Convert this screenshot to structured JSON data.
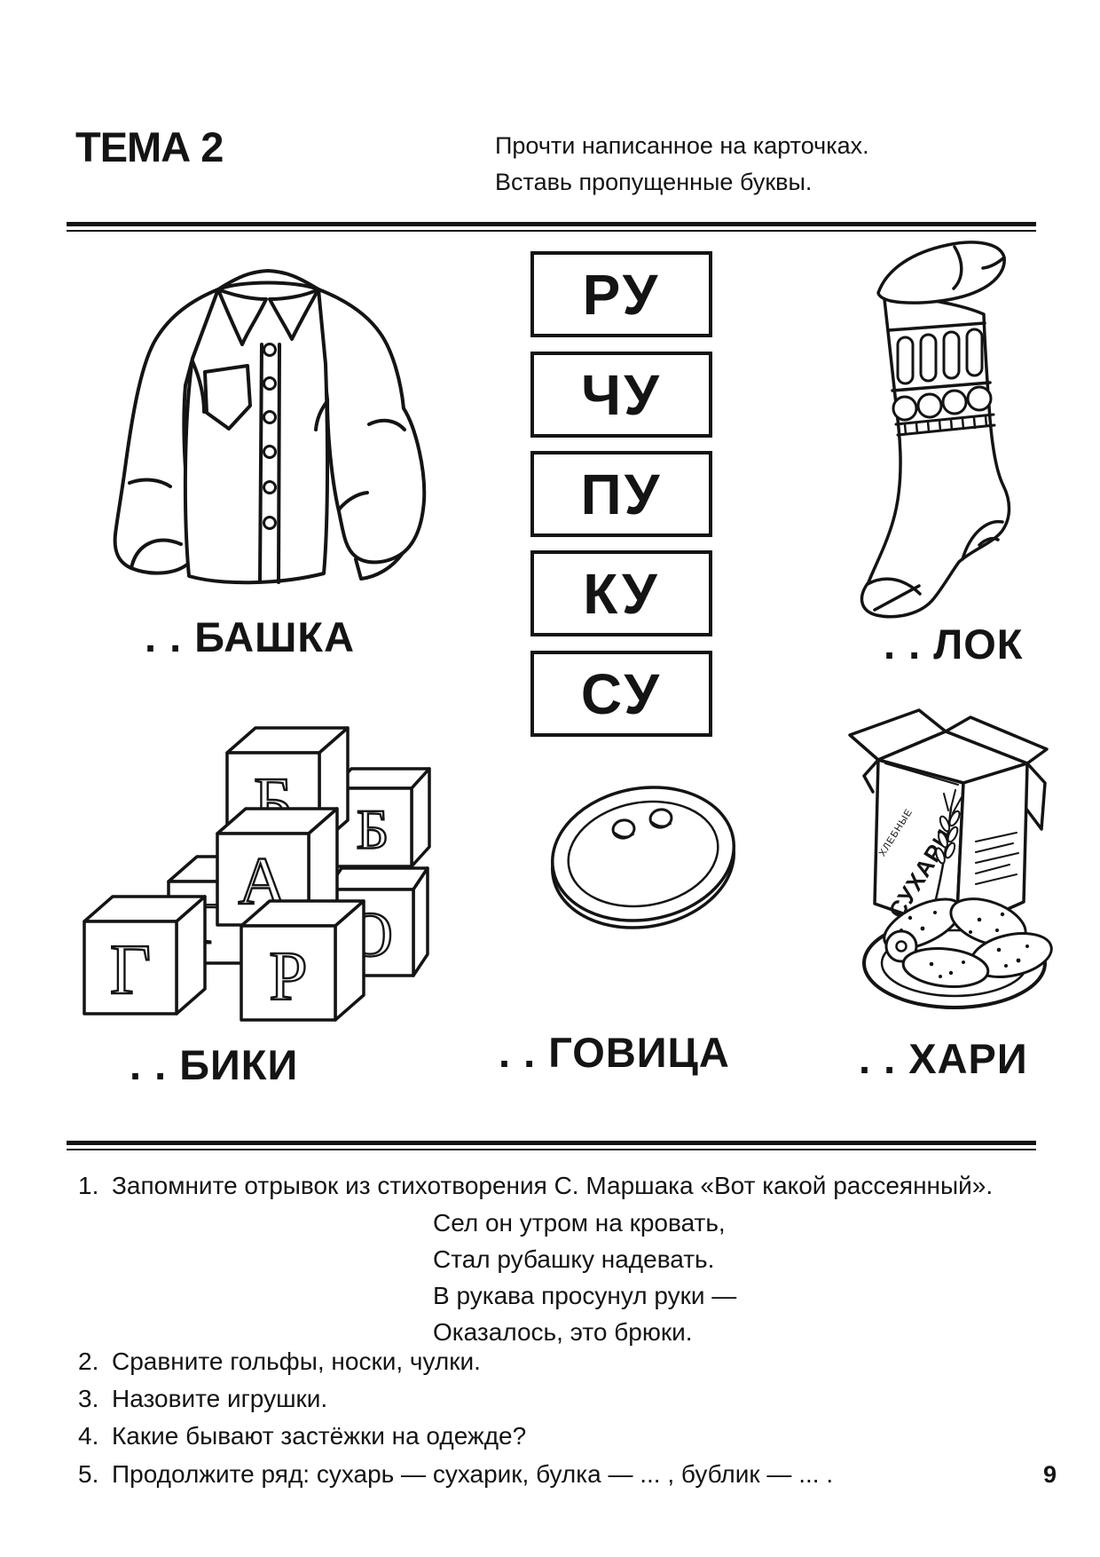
{
  "page": {
    "number": "9"
  },
  "header": {
    "title": "ТЕМА 2",
    "instructions": [
      "Прочти написанное на карточках.",
      "Вставь пропущенные буквы."
    ]
  },
  "syllable_cards": [
    "РУ",
    "ЧУ",
    "ПУ",
    "КУ",
    "СУ"
  ],
  "word_puzzles": [
    {
      "item": "shirt",
      "label": ". . БАШКА"
    },
    {
      "item": "sock",
      "label": ". . ЛОК"
    },
    {
      "item": "toy-blocks",
      "label": ". . БИКИ"
    },
    {
      "item": "button",
      "label": ". . ГОВИЦА"
    },
    {
      "item": "rusks",
      "label": ". . ХАРИ"
    }
  ],
  "illustration_text": {
    "block_letters": [
      "Б",
      "Г",
      "О",
      "Б",
      "А",
      "Г",
      "Р"
    ],
    "rusks_box_small": "ХЛЕБНЫЕ",
    "rusks_box_big": "СУХАРИ"
  },
  "tasks": [
    {
      "num": "1.",
      "text": "Запомните отрывок из стихотворения С. Маршака «Вот какой рассеянный»."
    },
    {
      "num": "2.",
      "text": "Сравните гольфы, носки, чулки."
    },
    {
      "num": "3.",
      "text": "Назовите игрушки."
    },
    {
      "num": "4.",
      "text": "Какие бывают застёжки на одежде?"
    },
    {
      "num": "5.",
      "text": "Продолжите ряд: сухарь — сухарик, булка — ... , бублик — ... ."
    }
  ],
  "poem": {
    "lines": [
      "Сел он утром на кровать,",
      "Стал рубашку надевать.",
      "В рукава просунул руки —",
      "Оказалось, это брюки."
    ]
  }
}
